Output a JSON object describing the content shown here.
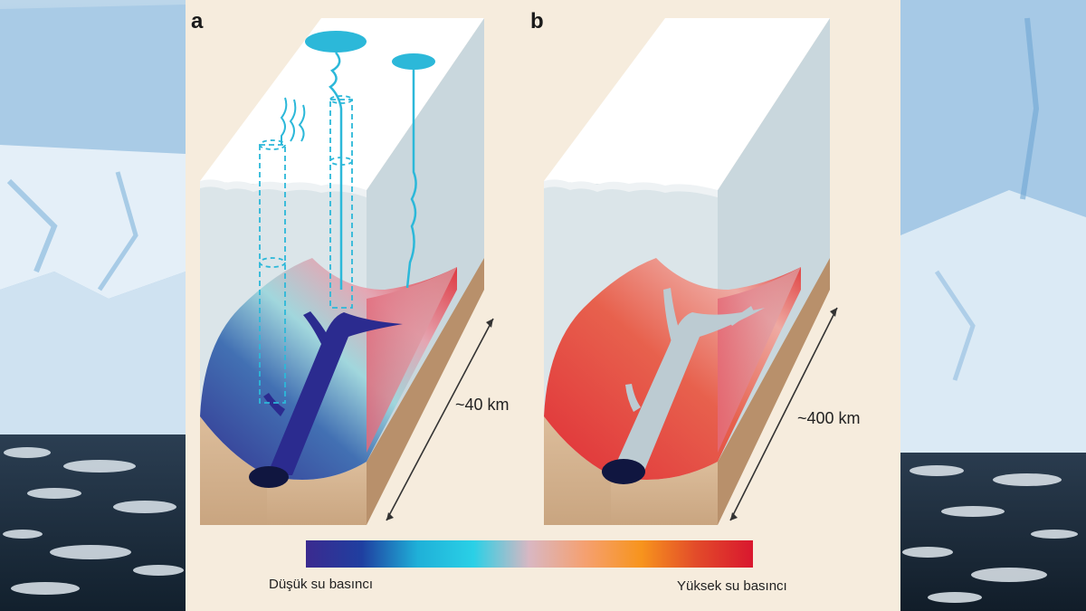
{
  "panels": {
    "a": {
      "letter": "a",
      "scale": "~40 km"
    },
    "b": {
      "letter": "b",
      "scale": "~400 km"
    }
  },
  "legend": {
    "low_label": "Düşük su basıncı",
    "high_label": "Yüksek su basıncı",
    "gradient": [
      "#3b2a8f",
      "#1f3fa0",
      "#1fb0d8",
      "#2ad0e6",
      "#d9b7c2",
      "#f5a070",
      "#f7941d",
      "#e24a2a",
      "#d9172e"
    ]
  },
  "colors": {
    "ice_top": "#ffffff",
    "ice_side": "#d6e1e6",
    "bedrock": "#d1b08e",
    "meltwater": "#2fb8d8",
    "channel_low": "#2a2a8a",
    "channel_high": "#b9c8cf",
    "pressure_high": "#e03a2a",
    "panel_bg": "#f6ecdd"
  }
}
